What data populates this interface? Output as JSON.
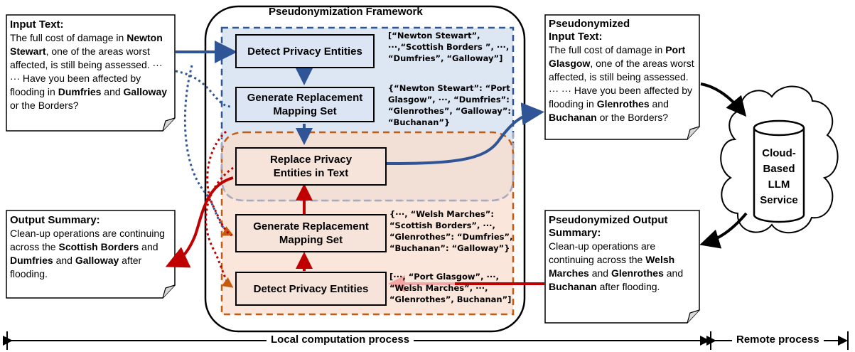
{
  "framework": {
    "title": "Pseudonymization Framework"
  },
  "input_text": {
    "title": "Input Text:",
    "segments": [
      {
        "t": "The full cost of damage in ",
        "b": false
      },
      {
        "t": "Newton Stewart",
        "b": true
      },
      {
        "t": ", one of the areas worst affected, is still being assessed.  ··· ··· Have you been affected by flooding in ",
        "b": false
      },
      {
        "t": "Dumfries",
        "b": true
      },
      {
        "t": " and ",
        "b": false
      },
      {
        "t": "Galloway",
        "b": true
      },
      {
        "t": " or the Borders?",
        "b": false
      }
    ]
  },
  "pseudo_input": {
    "title_line1": "Pseudonymized",
    "title_line2": "Input Text:",
    "segments": [
      {
        "t": "The full cost of damage in ",
        "b": false
      },
      {
        "t": "Port Glasgow",
        "b": true
      },
      {
        "t": ", one of the areas worst affected, is still being assessed. ··· ··· Have you been affected by flooding in ",
        "b": false
      },
      {
        "t": "Glenrothes",
        "b": true
      },
      {
        "t": " and ",
        "b": false
      },
      {
        "t": "Buchanan",
        "b": true
      },
      {
        "t": " or the Borders?",
        "b": false
      }
    ]
  },
  "output_summary": {
    "title": "Output Summary:",
    "segments": [
      {
        "t": "Clean-up operations are continuing across the ",
        "b": false
      },
      {
        "t": "Scottish Borders",
        "b": true
      },
      {
        "t": " and ",
        "b": false
      },
      {
        "t": "Dumfries",
        "b": true
      },
      {
        "t": " and ",
        "b": false
      },
      {
        "t": "Galloway",
        "b": true
      },
      {
        "t": " after flooding.",
        "b": false
      }
    ]
  },
  "pseudo_output": {
    "title_line1": "Pseudonymized Output",
    "title_line2": "Summary:",
    "segments": [
      {
        "t": "Clean-up operations are continuing across the ",
        "b": false
      },
      {
        "t": "Welsh Marches",
        "b": true
      },
      {
        "t": " and ",
        "b": false
      },
      {
        "t": "Glenrothes",
        "b": true
      },
      {
        "t": " and ",
        "b": false
      },
      {
        "t": "Buchanan",
        "b": true
      },
      {
        "t": " after flooding.",
        "b": false
      }
    ]
  },
  "process_boxes": {
    "detect_top": "Detect Privacy Entities",
    "generate_top_l1": "Generate Replacement",
    "generate_top_l2": "Mapping Set",
    "replace_l1": "Replace Privacy",
    "replace_l2": "Entities in Text",
    "generate_bottom_l1": "Generate Replacement",
    "generate_bottom_l2": "Mapping Set",
    "detect_bottom": "Detect Privacy Entities"
  },
  "mappings": {
    "detect_top": [
      "[“Newton Stewart”,",
      "···,“Scottish Borders ”, ···,",
      "“Dumfries”, “Galloway”]"
    ],
    "generate_top": [
      "{“Newton Stewart”: “Port",
      "Glasgow”, ···, “Dumfries”:",
      "“Glenrothes”, “Galloway”:",
      "“Buchanan”}"
    ],
    "generate_bottom": [
      "{···, “Welsh Marches”:",
      "“Scottish Borders”, ···,",
      "“Glenrothes”: “Dumfries”,",
      "“Buchanan”: “Galloway”}"
    ],
    "detect_bottom": [
      "[···, “Port Glasgow”, ···,",
      "“Welsh Marches”, ···,",
      "“Glenrothes”, Buchanan”]"
    ]
  },
  "cloud": {
    "l1": "Cloud-",
    "l2": "Based",
    "l3": "LLM",
    "l4": "Service"
  },
  "bottom": {
    "local": "Local computation process",
    "remote": "Remote process"
  },
  "colors": {
    "blue": "#2f5597",
    "red": "#c00000",
    "orange": "#c55a11",
    "light_blue_fill": "#dbe5f4",
    "light_orange_fill": "#f6e4da",
    "pink": "#f4a6a6"
  }
}
